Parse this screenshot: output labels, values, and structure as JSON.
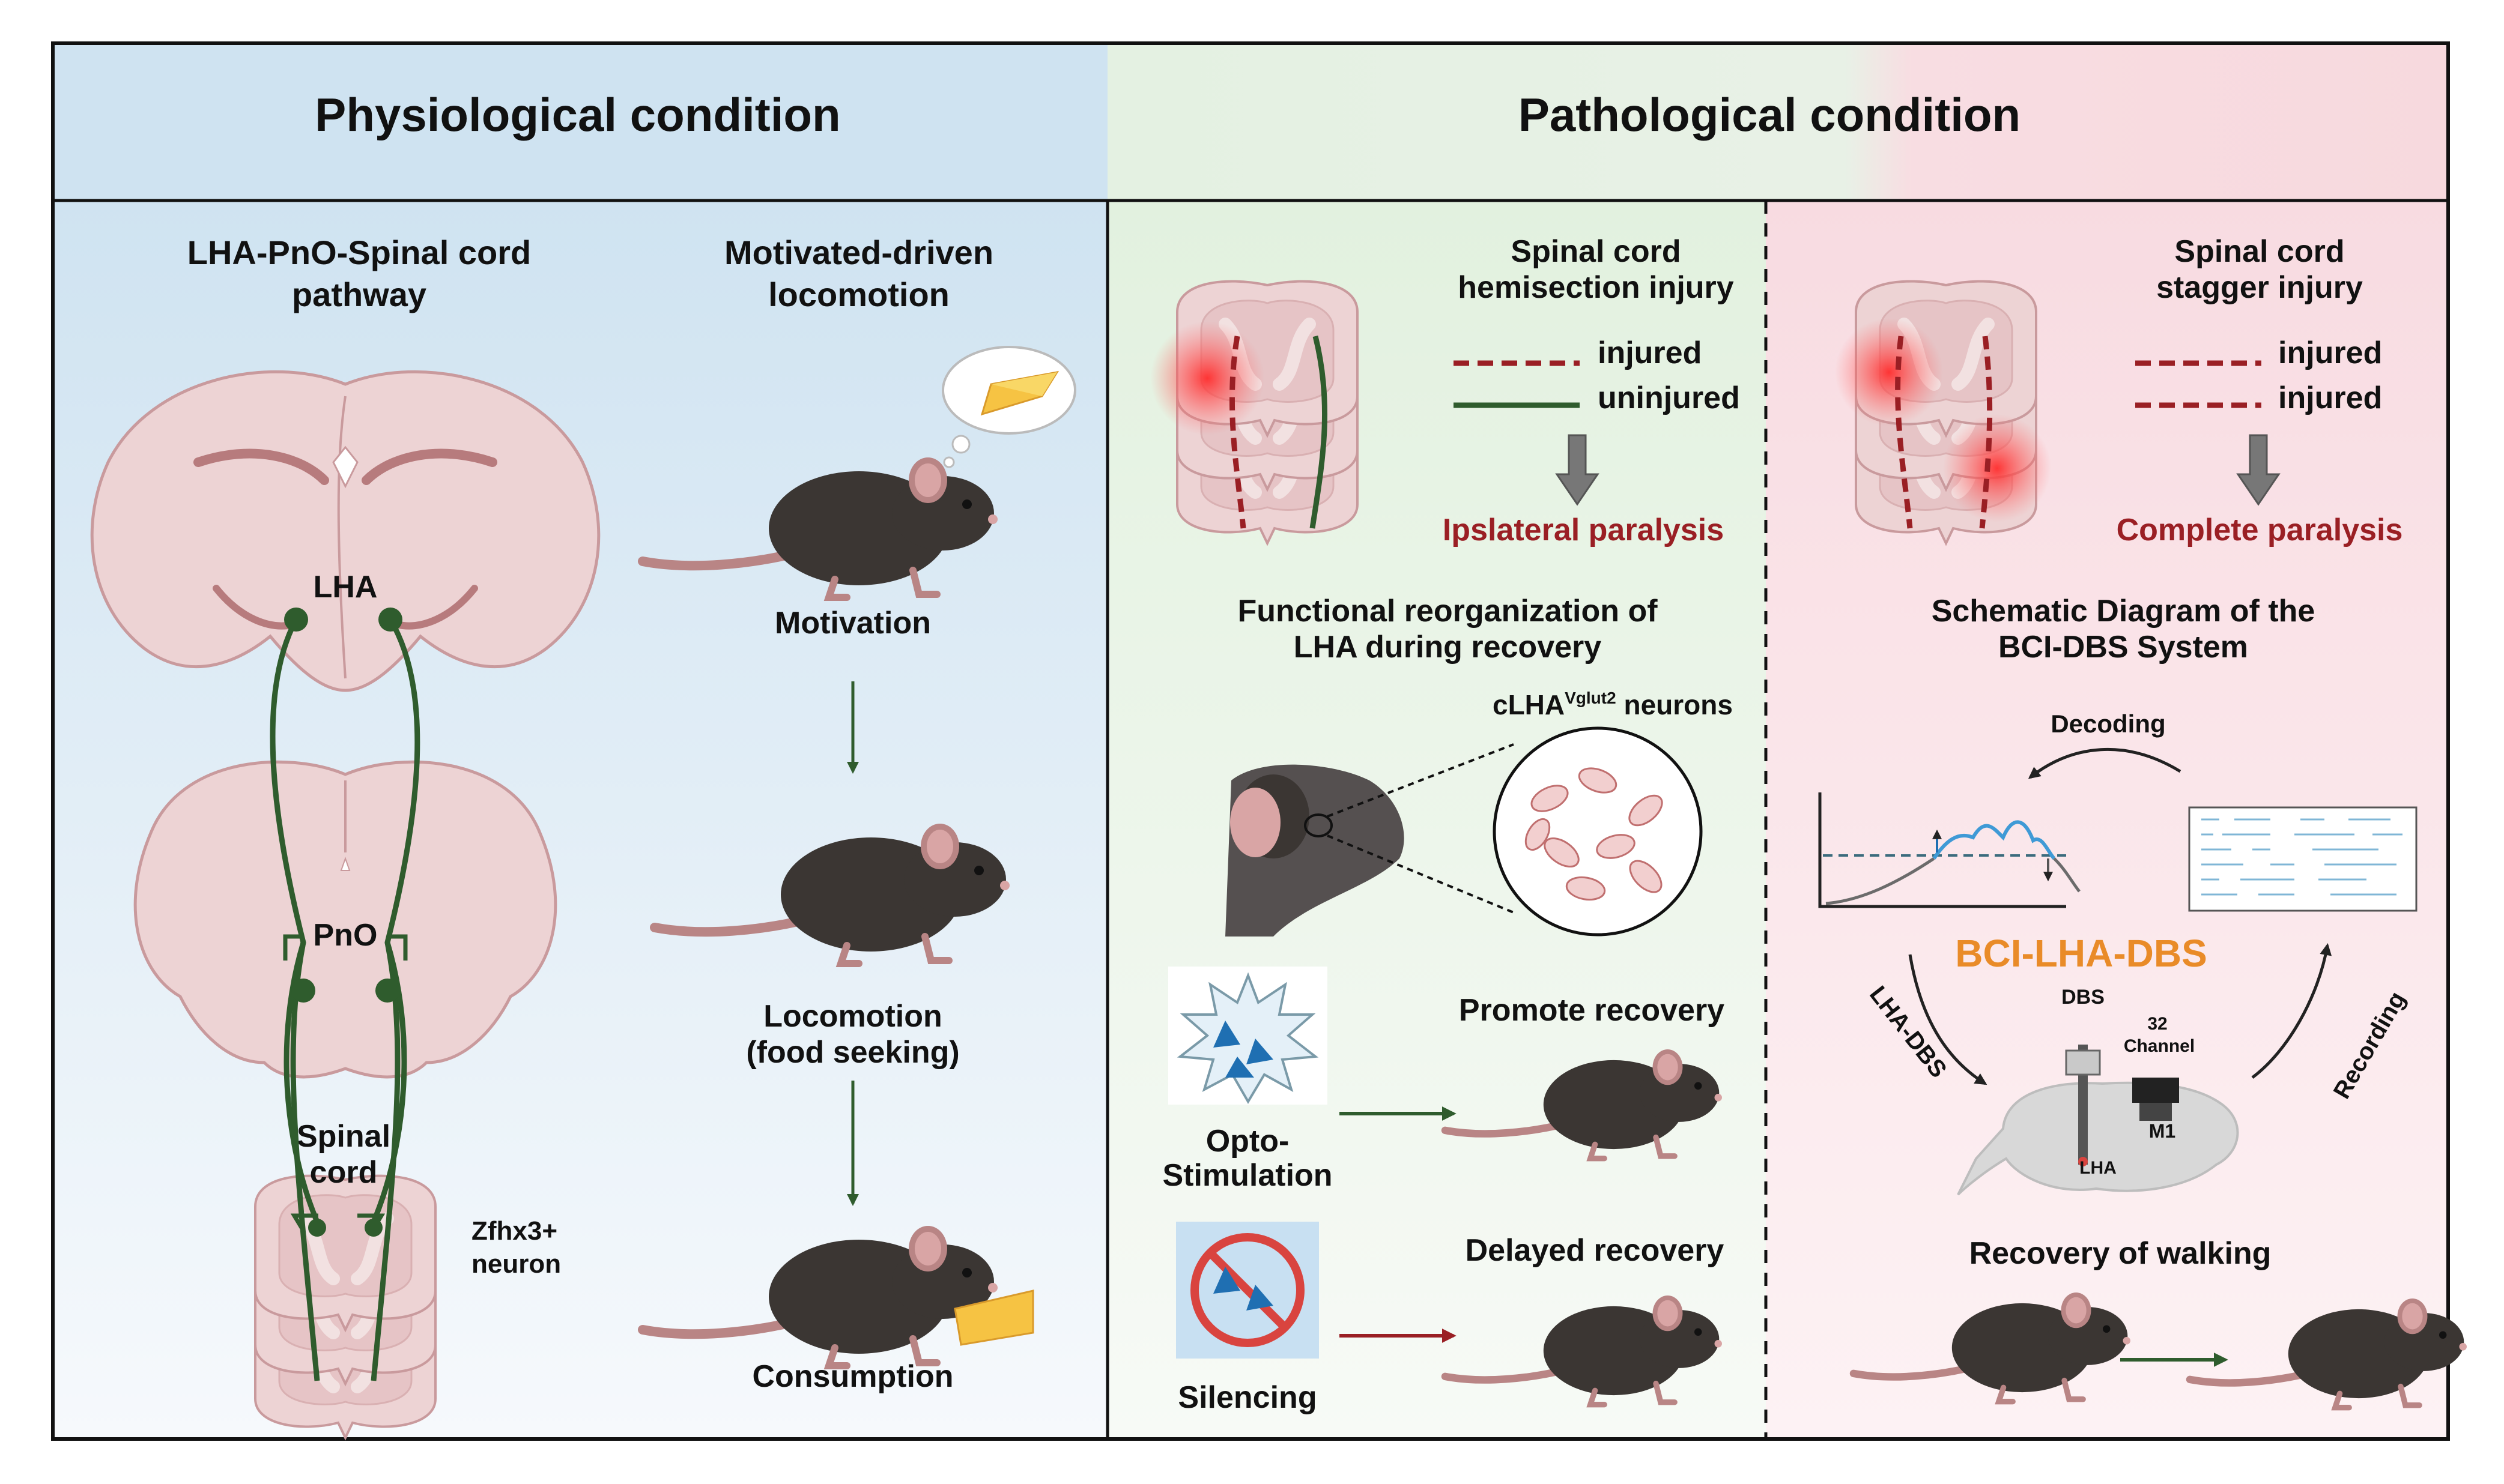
{
  "headers": {
    "physiological": "Physiological condition",
    "pathological": "Pathological condition"
  },
  "panel_physiological": {
    "pathway_title_1": "LHA-PnO-Spinal cord",
    "pathway_title_2": "pathway",
    "loco_title_1": "Motivated-driven",
    "loco_title_2": "locomotion",
    "lha_label": "LHA",
    "pno_label": "PnO",
    "spinal_label_1": "Spinal",
    "spinal_label_2": "cord",
    "zfhx3_label_1": "Zfhx3+",
    "zfhx3_label_2": "neuron",
    "motivation": "Motivation",
    "locomotion_1": "Locomotion",
    "locomotion_2": "(food seeking)",
    "consumption": "Consumption"
  },
  "panel_hemisection": {
    "title_1": "Spinal cord",
    "title_2": "hemisection injury",
    "legend_injured": "injured",
    "legend_uninjured": "uninjured",
    "outcome": "Ipslateral paralysis",
    "reorg_title_1": "Functional reorganization of",
    "reorg_title_2": "LHA during recovery",
    "neurons_prefix": "cLHA",
    "neurons_sup": "Vglut2",
    "neurons_suffix": " neurons",
    "promote": "Promote recovery",
    "opto_1": "Opto-",
    "opto_2": "Stimulation",
    "delayed": "Delayed recovery",
    "silencing": "Silencing"
  },
  "panel_stagger": {
    "title_1": "Spinal cord",
    "title_2": "stagger injury",
    "legend_injured_1": "injured",
    "legend_injured_2": "injured",
    "outcome": "Complete paralysis",
    "bci_title_1": "Schematic Diagram of the",
    "bci_title_2": "BCI-DBS System",
    "decoding": "Decoding",
    "system_name": "BCI-LHA-DBS",
    "lha_dbs": "LHA-DBS",
    "recording": "Recording",
    "dbs": "DBS",
    "channel_1": "32",
    "channel_2": "Channel",
    "m1": "M1",
    "lha": "LHA",
    "walking": "Recovery of walking"
  },
  "colors": {
    "physio_bg_top": "#cfe3f1",
    "green_bg": "#e6f3e4",
    "pink_bg": "#f8dde2",
    "tract_green": "#2f5c2d",
    "injury_red": "#9a1f24",
    "mouse_fur": "#3b3633",
    "tissue_pink": "#edd3d4",
    "accent_orange": "#e98b28",
    "signal_blue": "#3f9ad6"
  }
}
